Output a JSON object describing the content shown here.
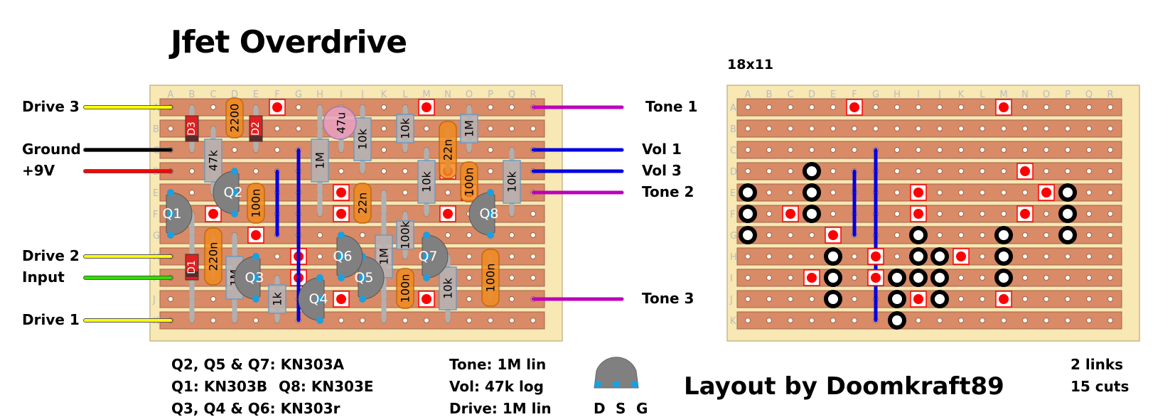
{
  "title": "Jfet Overdrive",
  "board_size": "18x11",
  "columns": [
    "A",
    "B",
    "C",
    "D",
    "E",
    "F",
    "G",
    "H",
    "I",
    "J",
    "K",
    "L",
    "M",
    "N",
    "O",
    "P",
    "Q",
    "R"
  ],
  "rows": [
    "A",
    "B",
    "C",
    "D",
    "E",
    "F",
    "G",
    "H",
    "I",
    "J",
    "K"
  ],
  "colors": {
    "board": "#f7e8b4",
    "strip": "#d98a66",
    "strip_border": "#a0654a",
    "cut_red": "#ff0000",
    "link_blue": "#0000e0",
    "wire_yellow": "#ffff00",
    "wire_black": "#000000",
    "wire_red": "#ff0000",
    "wire_green": "#33dd00",
    "wire_purple": "#bb00bb",
    "jfet_body": "#808080",
    "pin_blue": "#1aa0e0",
    "resistor_body": "#b8b0b0",
    "cap_orange": "#f08a20",
    "electrolytic_pink": "#e8a0c0",
    "diode_red": "#e02020"
  },
  "left_wires": [
    {
      "label": "Drive 3",
      "row": 0,
      "color": "#ffff00"
    },
    {
      "label": "Ground",
      "row": 2,
      "color": "#000000"
    },
    {
      "label": "+9V",
      "row": 3,
      "color": "#ff0000"
    },
    {
      "label": "Drive 2",
      "row": 7,
      "color": "#ffff00"
    },
    {
      "label": "Input",
      "row": 8,
      "color": "#33dd00"
    },
    {
      "label": "Drive 1",
      "row": 10,
      "color": "#ffff00"
    }
  ],
  "right_wires": [
    {
      "label": "Tone 1",
      "row": 0,
      "color": "#bb00bb"
    },
    {
      "label": "Vol 1",
      "row": 2,
      "color": "#0000e0"
    },
    {
      "label": "Vol 3",
      "row": 3,
      "color": "#0000e0"
    },
    {
      "label": "Tone 2",
      "row": 4,
      "color": "#bb00bb"
    },
    {
      "label": "Tone 3",
      "row": 9,
      "color": "#bb00bb"
    }
  ],
  "cuts": [
    {
      "col": 5,
      "row": 0
    },
    {
      "col": 12,
      "row": 0
    },
    {
      "col": 13,
      "row": 3
    },
    {
      "col": 8,
      "row": 4
    },
    {
      "col": 14,
      "row": 4
    },
    {
      "col": 2,
      "row": 5
    },
    {
      "col": 8,
      "row": 5
    },
    {
      "col": 13,
      "row": 5
    },
    {
      "col": 4,
      "row": 6
    },
    {
      "col": 6,
      "row": 7
    },
    {
      "col": 10,
      "row": 7
    },
    {
      "col": 3,
      "row": 8
    },
    {
      "col": 6,
      "row": 8
    },
    {
      "col": 8,
      "row": 9
    },
    {
      "col": 12,
      "row": 9
    }
  ],
  "links": [
    {
      "col": 5,
      "from": 3,
      "to": 6
    },
    {
      "col": 6,
      "from": 2,
      "to": 10
    }
  ],
  "solder_points": [
    {
      "col": 3,
      "row": 3
    },
    {
      "col": 0,
      "row": 4
    },
    {
      "col": 3,
      "row": 4
    },
    {
      "col": 15,
      "row": 4
    },
    {
      "col": 0,
      "row": 5
    },
    {
      "col": 3,
      "row": 5
    },
    {
      "col": 15,
      "row": 5
    },
    {
      "col": 0,
      "row": 6
    },
    {
      "col": 8,
      "row": 6
    },
    {
      "col": 12,
      "row": 6
    },
    {
      "col": 15,
      "row": 6
    },
    {
      "col": 4,
      "row": 7
    },
    {
      "col": 8,
      "row": 7
    },
    {
      "col": 9,
      "row": 7
    },
    {
      "col": 12,
      "row": 7
    },
    {
      "col": 4,
      "row": 8
    },
    {
      "col": 7,
      "row": 8
    },
    {
      "col": 8,
      "row": 8
    },
    {
      "col": 9,
      "row": 8
    },
    {
      "col": 12,
      "row": 8
    },
    {
      "col": 4,
      "row": 9
    },
    {
      "col": 7,
      "row": 9
    },
    {
      "col": 9,
      "row": 9
    },
    {
      "col": 7,
      "row": 10
    }
  ],
  "resistors": [
    {
      "label": "47k",
      "col": 2,
      "from": 1,
      "to": 4
    },
    {
      "label": "1M",
      "col": 7,
      "from": 0,
      "to": 5
    },
    {
      "label": "10k",
      "col": 9,
      "from": 0,
      "to": 3
    },
    {
      "label": "10k",
      "col": 11,
      "from": 0,
      "to": 2
    },
    {
      "label": "1M",
      "col": 14,
      "from": 0,
      "to": 2
    },
    {
      "label": "10k",
      "col": 12,
      "from": 2,
      "to": 5
    },
    {
      "label": "10k",
      "col": 16,
      "from": 2,
      "to": 5
    },
    {
      "label": "1M",
      "col": 10,
      "from": 4,
      "to": 10
    },
    {
      "label": "100k",
      "col": 11,
      "from": 5,
      "to": 7
    },
    {
      "label": "1M",
      "col": 3,
      "from": 6,
      "to": 10
    },
    {
      "label": "1k",
      "col": 5,
      "from": 8,
      "to": 10
    },
    {
      "label": "10k",
      "col": 13,
      "from": 7,
      "to": 10
    }
  ],
  "capacitors": [
    {
      "label": "2200",
      "col": 3,
      "from": 0,
      "to": 1
    },
    {
      "label": "100n",
      "col": 4,
      "from": 4,
      "to": 5
    },
    {
      "label": "22n",
      "col": 9,
      "from": 4,
      "to": 5
    },
    {
      "label": "22n",
      "col": 13,
      "from": 1,
      "to": 3
    },
    {
      "label": "100n",
      "col": 14,
      "from": 3,
      "to": 4
    },
    {
      "label": "220n",
      "col": 2,
      "from": 6,
      "to": 8
    },
    {
      "label": "100n",
      "col": 11,
      "from": 8,
      "to": 9
    },
    {
      "label": "100n",
      "col": 15,
      "from": 7,
      "to": 9
    }
  ],
  "electrolytic": {
    "label": "47u",
    "col": 8,
    "from": 0,
    "to": 2
  },
  "diodes": [
    {
      "label": "D3",
      "col": 1,
      "from": 0,
      "to": 2
    },
    {
      "label": "D2",
      "col": 4,
      "from": 0,
      "to": 2
    },
    {
      "label": "D1",
      "col": 1,
      "from": 5,
      "to": 10
    }
  ],
  "jfets": [
    {
      "label": "Q1",
      "col": 0,
      "row": 5,
      "face": "right"
    },
    {
      "label": "Q2",
      "col": 3,
      "row": 4,
      "face": "left"
    },
    {
      "label": "Q3",
      "col": 4,
      "row": 8,
      "face": "left"
    },
    {
      "label": "Q4",
      "col": 7,
      "row": 9,
      "face": "left"
    },
    {
      "label": "Q5",
      "col": 9,
      "row": 8,
      "face": "right"
    },
    {
      "label": "Q6",
      "col": 8,
      "row": 7,
      "face": "right"
    },
    {
      "label": "Q7",
      "col": 12,
      "row": 7,
      "face": "right"
    },
    {
      "label": "Q8",
      "col": 15,
      "row": 5,
      "face": "left"
    }
  ],
  "notes": {
    "transistors": [
      "Q2, Q5 & Q7: KN303A",
      "Q1: KN303B",
      "Q8: KN303E",
      "Q3, Q4 & Q6: KN303r"
    ],
    "pots": [
      "Tone: 1M lin",
      "Vol: 47k log",
      "Drive: 1M lin"
    ],
    "pinout": [
      "D",
      "S",
      "G"
    ],
    "credit": "Layout by Doomkraft89",
    "stats": [
      "2 links",
      "15 cuts"
    ]
  }
}
